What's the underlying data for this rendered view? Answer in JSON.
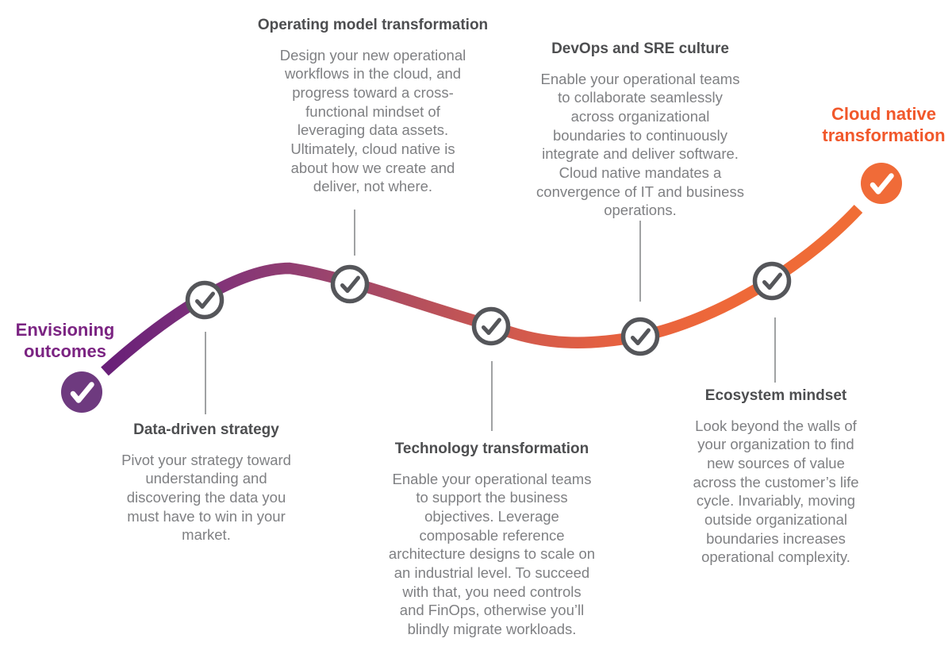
{
  "diagram": {
    "start_label": "Envisioning\noutcomes",
    "end_label": "Cloud native\ntransformation",
    "stages": [
      {
        "title": "Data-driven strategy",
        "body": "Pivot your strategy toward\nunderstanding and\ndiscovering the data you\nmust have to win in your\nmarket."
      },
      {
        "title": "Operating model transformation",
        "body": "Design your new operational\nworkflows in the cloud, and\nprogress toward a cross-\nfunctional mindset of\nleveraging data assets.\nUltimately, cloud native is\nabout how we create and\ndeliver, not where."
      },
      {
        "title": "Technology transformation",
        "body": "Enable your operational teams\nto support the business\nobjectives. Leverage\ncomposable reference\narchitecture designs to scale on\nan industrial level. To succeed\nwith that, you need controls\nand FinOps, otherwise you’ll\nblindly migrate workloads."
      },
      {
        "title": "DevOps and SRE culture",
        "body": "Enable your operational teams\nto collaborate seamlessly\nacross organizational\nboundaries to continuously\nintegrate and deliver software.\nCloud native mandates a\nconvergence of IT and business\noperations."
      },
      {
        "title": "Ecosystem mindset",
        "body": "Look beyond the walls of\nyour organization to find\nnew sources of value\nacross the customer’s life\ncycle. Invariably, moving\noutside organizational\nboundaries increases\noperational complexity."
      }
    ],
    "milestone_icons": {
      "start": "checkmark-icon",
      "end": "checkmark-icon",
      "checkpoints": "checkmark-icon"
    }
  },
  "colors": {
    "purple_label": "#7b2482",
    "orange_label": "#f1582b",
    "heading_gray": "#4d4e50",
    "body_gray": "#7f8083",
    "connector_gray": "#898a8c",
    "circle_border_gray": "#55565a",
    "checkmark_gray": "#55565a",
    "milestone_purple": "#6e3a7f",
    "milestone_orange": "#f06b38",
    "white": "#ffffff",
    "gradient": [
      "#681f78",
      "#7c2f7a",
      "#97426f",
      "#b6505c",
      "#d25a4d",
      "#e66140",
      "#ee6839",
      "#f06d35"
    ]
  }
}
